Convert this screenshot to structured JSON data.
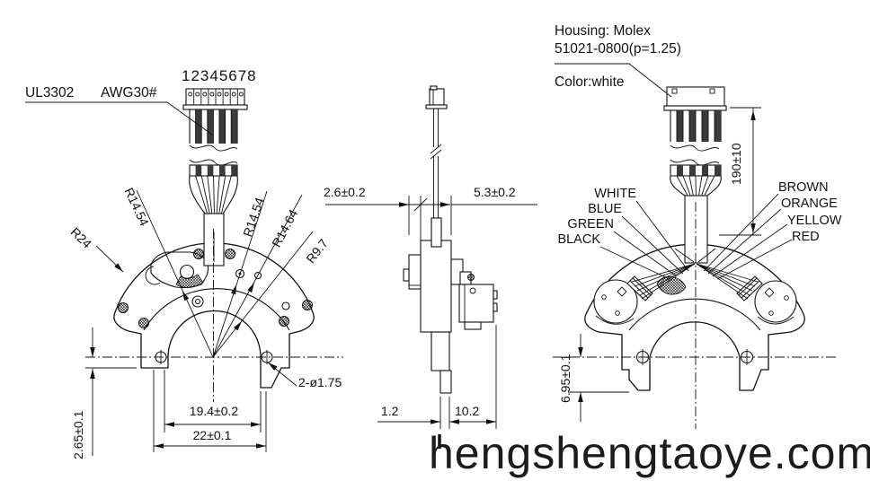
{
  "watermark": "hengshengtaoye.com",
  "front_view": {
    "wire_spec_label": "UL3302",
    "wire_gauge_label": "AWG30#",
    "pin_numbers": "12345678",
    "radius_r24": "R24",
    "radius_r14_54_left": "R14.54",
    "radius_r14_54_right": "R14.54",
    "radius_r14_64": "R14.64",
    "radius_r9_7": "R9.7",
    "dim_edge_offset": "2.65±0.1",
    "dim_hole_spacing": "19.4±0.2",
    "dim_overall_width": "22±0.1",
    "dim_mount_holes": "2-ø1.75"
  },
  "side_view": {
    "dim_wall": "2.6±0.2",
    "dim_body_depth": "5.3±0.2",
    "dim_foot": "1.2",
    "dim_motor_depth": "10.2"
  },
  "rear_view": {
    "housing_label_line1": "Housing: Molex",
    "housing_label_line2": "51021-0800(p=1.25)",
    "housing_color_note": "Color:white",
    "dim_cable_length": "190±10",
    "dim_bottom_offset": "6.95±0.1",
    "wire_colors_left": [
      "WHITE",
      "BLUE",
      "GREEN",
      "BLACK"
    ],
    "wire_colors_right": [
      "BROWN",
      "ORANGE",
      "YELLOW",
      "RED"
    ]
  },
  "colors": {
    "line": "#111111",
    "background": "#ffffff",
    "wire_shading": "#3a3a3a"
  }
}
